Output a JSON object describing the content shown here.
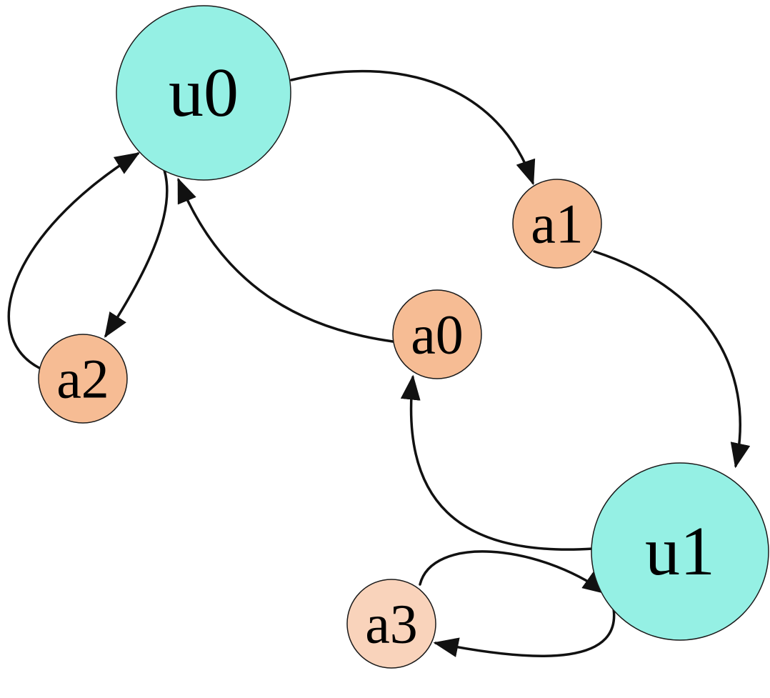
{
  "colors": {
    "user_node": "#95f0e4",
    "action_node": "#f6bc94",
    "action_node_light": "#f9d3bb",
    "edge": "#111111"
  },
  "nodes": [
    {
      "id": "u0",
      "label": "u0",
      "kind": "user"
    },
    {
      "id": "u1",
      "label": "u1",
      "kind": "user"
    },
    {
      "id": "a0",
      "label": "a0",
      "kind": "action"
    },
    {
      "id": "a1",
      "label": "a1",
      "kind": "action"
    },
    {
      "id": "a2",
      "label": "a2",
      "kind": "action"
    },
    {
      "id": "a3",
      "label": "a3",
      "kind": "action_light"
    }
  ],
  "edges": [
    {
      "from": "u0",
      "to": "a1"
    },
    {
      "from": "a1",
      "to": "u1"
    },
    {
      "from": "u1",
      "to": "a0"
    },
    {
      "from": "a0",
      "to": "u0"
    },
    {
      "from": "u0",
      "to": "a2"
    },
    {
      "from": "a2",
      "to": "u0"
    },
    {
      "from": "a3",
      "to": "u1"
    },
    {
      "from": "u1",
      "to": "a3"
    }
  ]
}
